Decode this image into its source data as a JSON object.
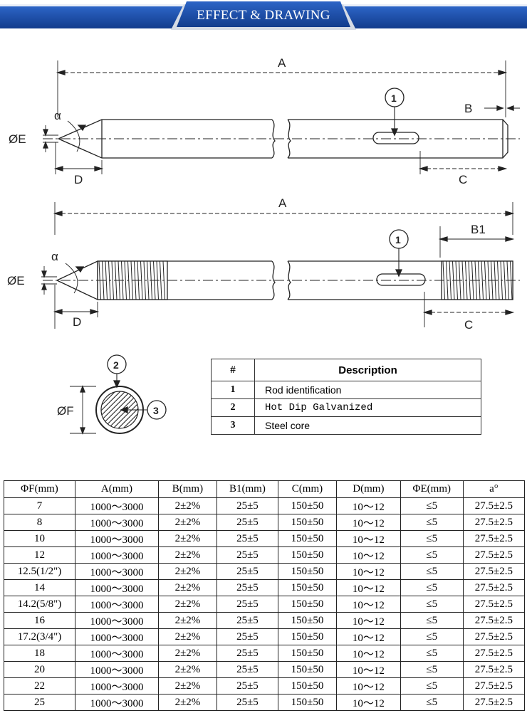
{
  "banner": {
    "title": "EFFECT & DRAWING",
    "color": "#1a4fa8"
  },
  "drawing": {
    "rod1": {
      "len_label": "A",
      "b_label": "B",
      "c_label": "C",
      "d_label": "D",
      "alpha": "α",
      "e_label": "ØE",
      "callout": "1"
    },
    "rod2": {
      "len_label": "A",
      "b1_label": "B1",
      "c_label": "C",
      "d_label": "D",
      "alpha": "α",
      "e_label": "ØE",
      "callout": "1"
    },
    "section": {
      "f_label": "ØF",
      "callout_top": "2",
      "callout_right": "3"
    }
  },
  "description_table": {
    "headers": [
      "#",
      "Description"
    ],
    "rows": [
      {
        "num": "1",
        "text": "Rod identification"
      },
      {
        "num": "2",
        "text": "Hot Dip Galvanized"
      },
      {
        "num": "3",
        "text": "Steel core"
      }
    ]
  },
  "spec_table": {
    "headers": [
      "ΦF(mm)",
      "A(mm)",
      "B(mm)",
      "B1(mm)",
      "C(mm)",
      "D(mm)",
      "ΦE(mm)",
      "a°"
    ],
    "rows": [
      [
        "7",
        "1000～3000",
        "2±2%",
        "25±5",
        "150±50",
        "10～12",
        "≤5",
        "27.5±2.5"
      ],
      [
        "8",
        "1000～3000",
        "2±2%",
        "25±5",
        "150±50",
        "10～12",
        "≤5",
        "27.5±2.5"
      ],
      [
        "10",
        "1000～3000",
        "2±2%",
        "25±5",
        "150±50",
        "10～12",
        "≤5",
        "27.5±2.5"
      ],
      [
        "12",
        "1000～3000",
        "2±2%",
        "25±5",
        "150±50",
        "10～12",
        "≤5",
        "27.5±2.5"
      ],
      [
        "12.5(1/2\")",
        "1000～3000",
        "2±2%",
        "25±5",
        "150±50",
        "10～12",
        "≤5",
        "27.5±2.5"
      ],
      [
        "14",
        "1000～3000",
        "2±2%",
        "25±5",
        "150±50",
        "10～12",
        "≤5",
        "27.5±2.5"
      ],
      [
        "14.2(5/8\")",
        "1000～3000",
        "2±2%",
        "25±5",
        "150±50",
        "10～12",
        "≤5",
        "27.5±2.5"
      ],
      [
        "16",
        "1000～3000",
        "2±2%",
        "25±5",
        "150±50",
        "10～12",
        "≤5",
        "27.5±2.5"
      ],
      [
        "17.2(3/4\")",
        "1000～3000",
        "2±2%",
        "25±5",
        "150±50",
        "10～12",
        "≤5",
        "27.5±2.5"
      ],
      [
        "18",
        "1000～3000",
        "2±2%",
        "25±5",
        "150±50",
        "10～12",
        "≤5",
        "27.5±2.5"
      ],
      [
        "20",
        "1000～3000",
        "2±2%",
        "25±5",
        "150±50",
        "10～12",
        "≤5",
        "27.5±2.5"
      ],
      [
        "22",
        "1000～3000",
        "2±2%",
        "25±5",
        "150±50",
        "10～12",
        "≤5",
        "27.5±2.5"
      ],
      [
        "25",
        "1000～3000",
        "2±2%",
        "25±5",
        "150±50",
        "10～12",
        "≤5",
        "27.5±2.5"
      ]
    ]
  }
}
